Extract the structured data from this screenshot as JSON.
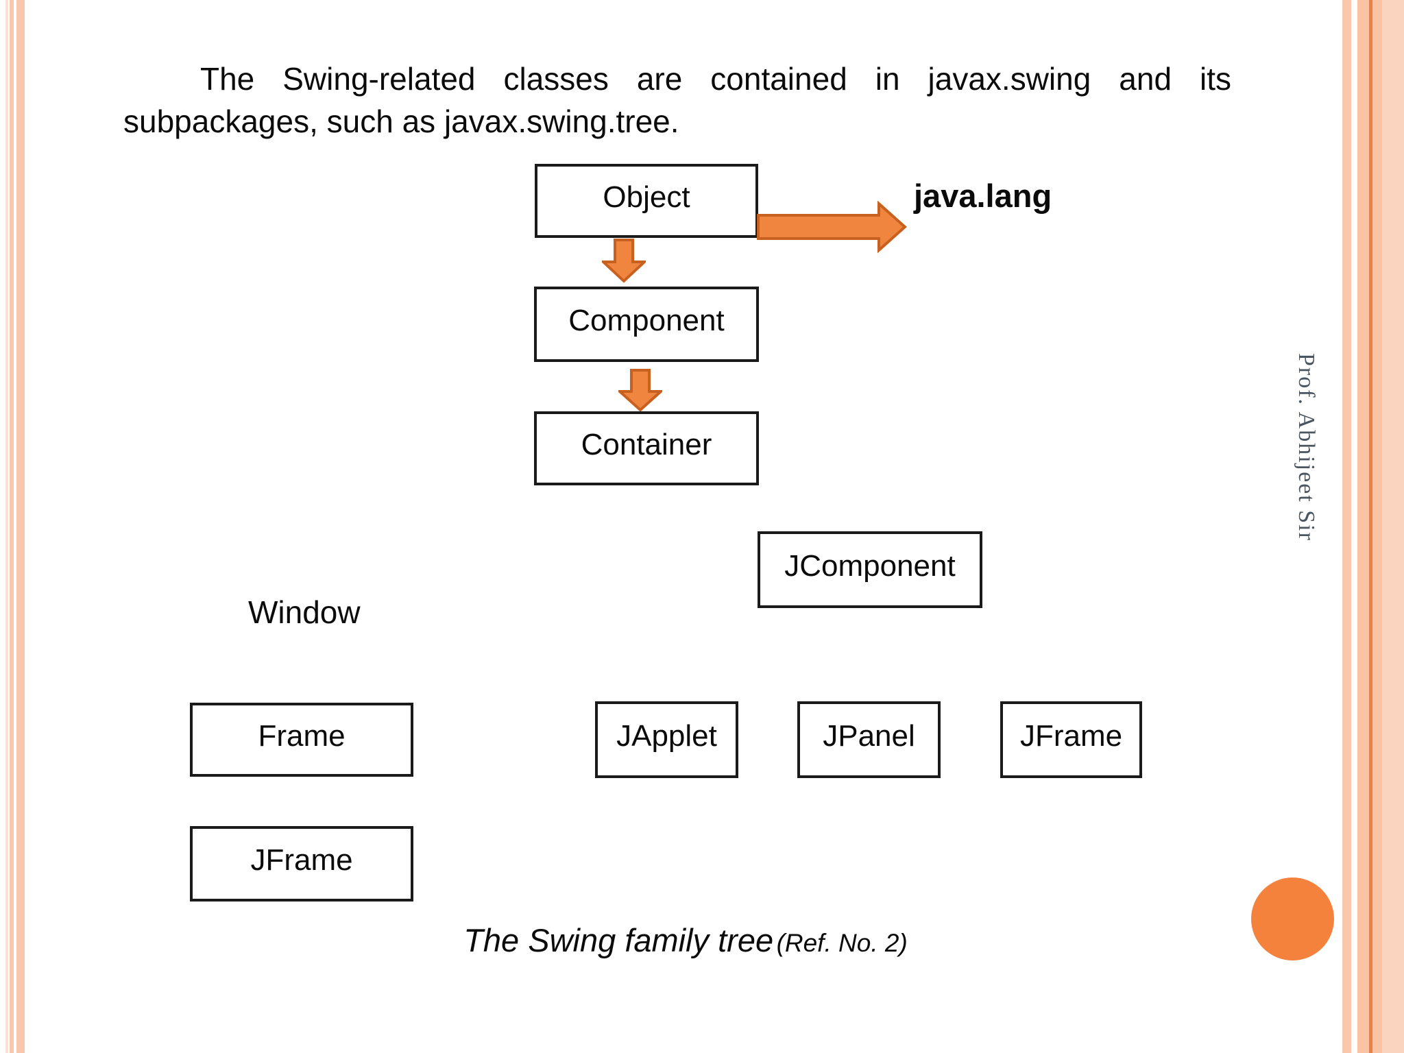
{
  "paragraph": {
    "line1_words": [
      "The",
      "Swing-related",
      "classes",
      "are",
      "contained",
      "in",
      "javax.swing",
      "and",
      "its"
    ],
    "line2": "subpackages, such as javax.swing.tree."
  },
  "package_label": "java.lang",
  "boxes": {
    "object": "Object",
    "component": "Component",
    "container": "Container",
    "jcomponent": "JComponent",
    "frame": "Frame",
    "japplet": "JApplet",
    "jpanel": "JPanel",
    "jframe_right": "JFrame",
    "jframe_bottom": "JFrame"
  },
  "window_label": "Window",
  "caption": {
    "main": "The Swing family tree",
    "ref": "(Ref. No. 2)"
  },
  "credit_vertical_text": "Prof. Abhijeet Sir",
  "icons": {
    "right_arrow": "arrow-right-icon",
    "down_arrow": "arrow-down-icon",
    "circle": "decorative-circle"
  },
  "colors": {
    "accent_fill": "#F0853F",
    "accent_stroke": "#C8611F",
    "stripe_peach": "#F9C8AC",
    "stripe_dark_line": "#EE8040",
    "circle_orange": "#F4813C",
    "credit_color": "#4A5560",
    "box_border": "#1A1A1A"
  }
}
